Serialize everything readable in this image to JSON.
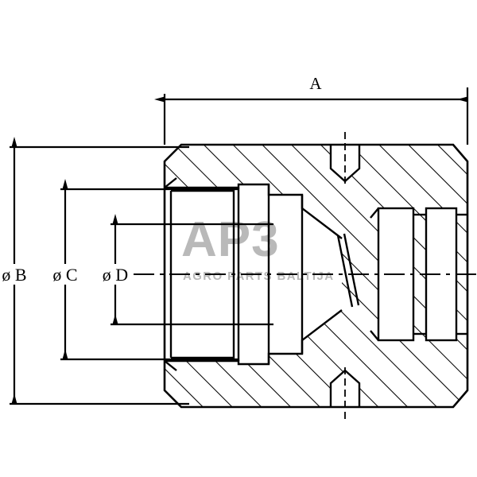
{
  "drawing": {
    "type": "engineering-section-drawing",
    "subject": "hydraulic quick coupler body cross-section",
    "background_color": "#ffffff",
    "line_color": "#000000",
    "dimensions": {
      "length": {
        "label": "A",
        "orientation": "horizontal",
        "position": "top"
      },
      "diameters": [
        {
          "label": "ø B",
          "symbol": "ø",
          "letter": "B",
          "orientation": "vertical",
          "position": "left"
        },
        {
          "label": "ø C",
          "symbol": "ø",
          "letter": "C",
          "orientation": "vertical",
          "position": "left"
        },
        {
          "label": "ø D",
          "symbol": "ø",
          "letter": "D",
          "orientation": "vertical",
          "position": "left"
        }
      ]
    },
    "watermark": {
      "main_text": "AP3",
      "sub_text": "AGRO PARTS BALTIJA",
      "color": "#b9b9b9"
    },
    "features": {
      "centerline_style": "dash-dot",
      "hatching": "45-degree section hatch",
      "holes": [
        {
          "name": "top-countersunk-hole",
          "position": "top"
        },
        {
          "name": "bottom-countersunk-hole",
          "position": "bottom"
        }
      ]
    }
  }
}
